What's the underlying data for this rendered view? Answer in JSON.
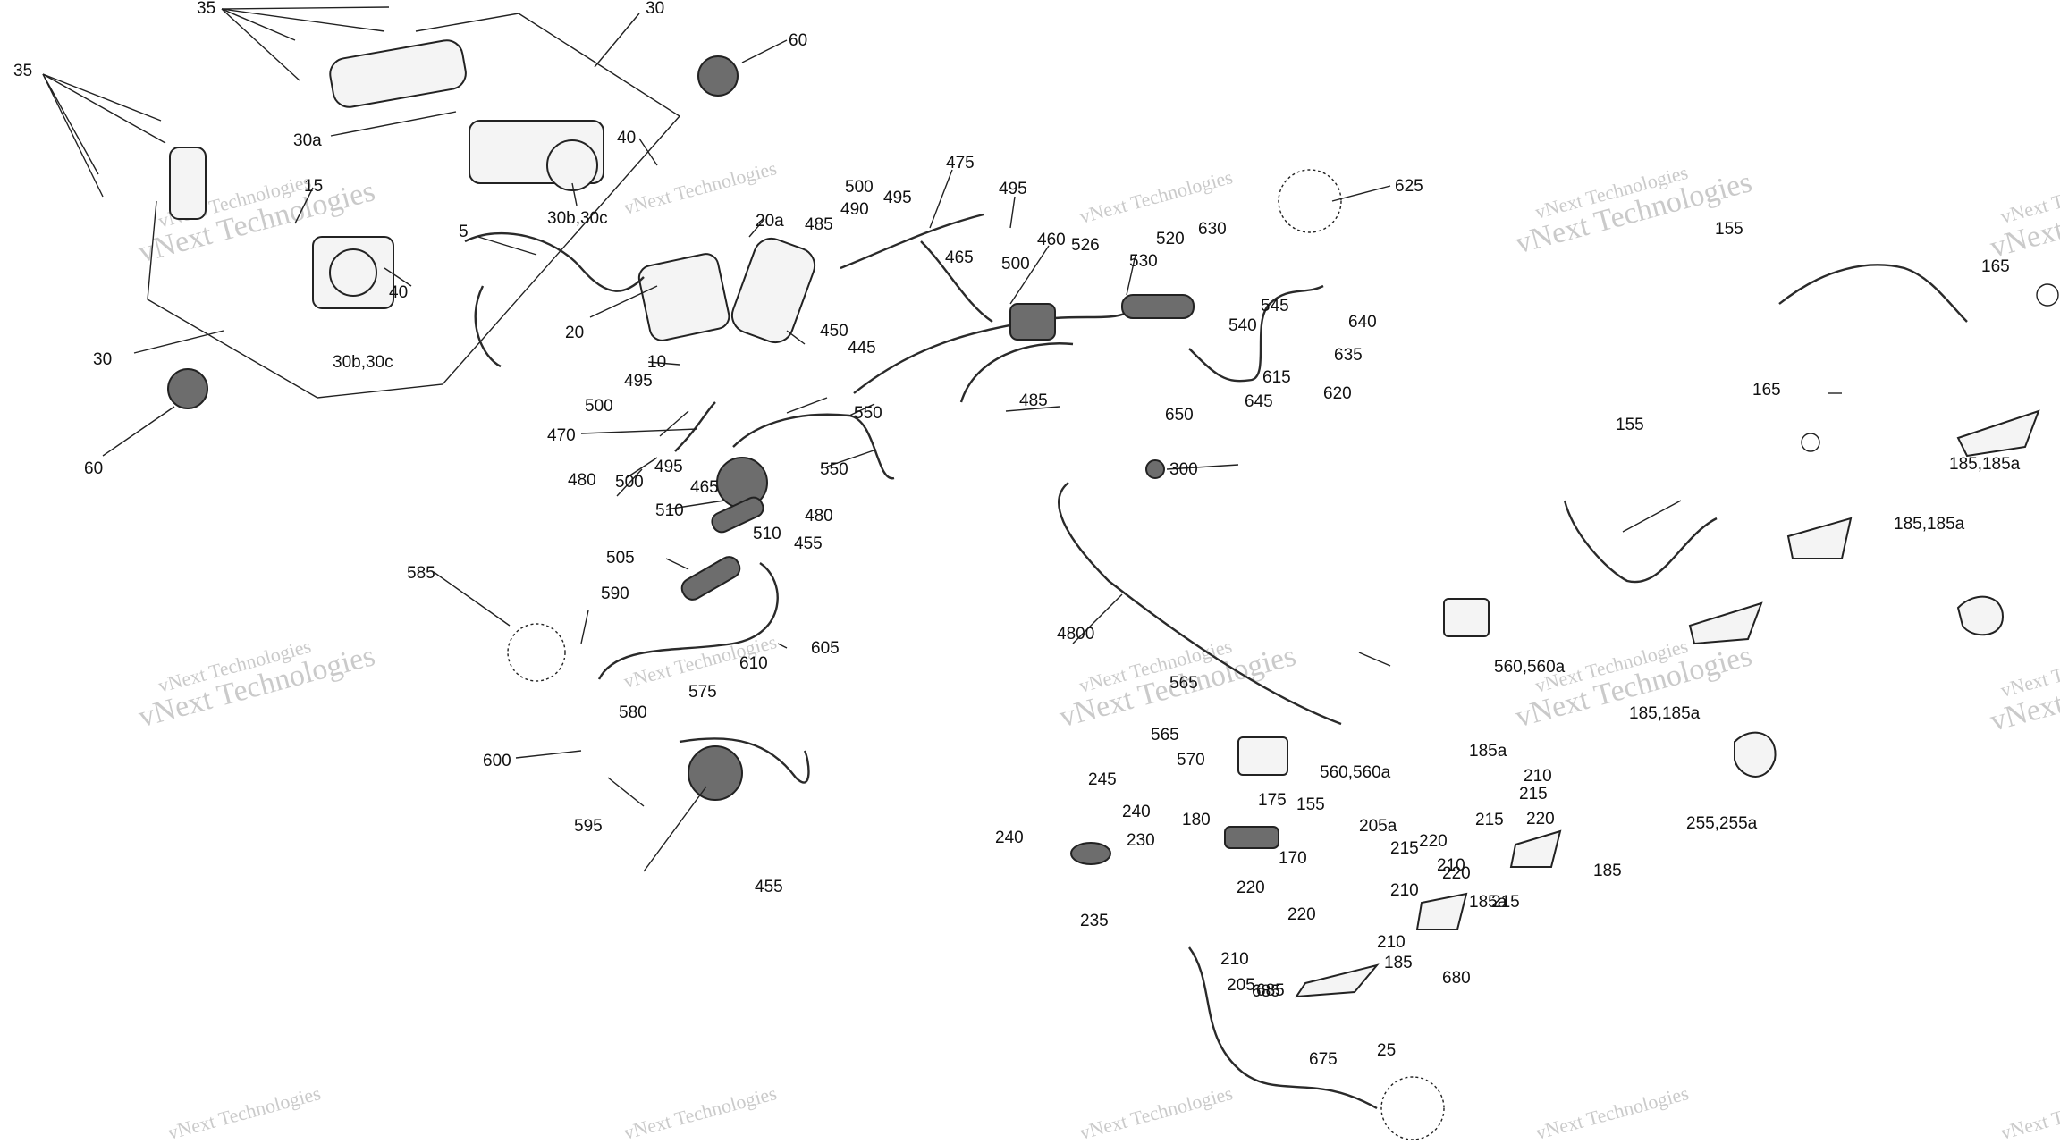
{
  "watermark": "vNext Technologies",
  "callouts": [
    "35",
    "30",
    "60",
    "35",
    "30a",
    "15",
    "40",
    "30b,30c",
    "40",
    "30b,30c",
    "5",
    "20a",
    "20",
    "30",
    "60",
    "500",
    "495",
    "490",
    "485",
    "475",
    "495",
    "500",
    "465",
    "460",
    "526",
    "530",
    "520",
    "625",
    "630",
    "10",
    "450",
    "445",
    "495",
    "500",
    "470",
    "480",
    "500",
    "495",
    "550",
    "550",
    "465",
    "480",
    "510",
    "510",
    "455",
    "540",
    "545",
    "640",
    "615",
    "635",
    "620",
    "650",
    "645",
    "485",
    "300",
    "155",
    "165",
    "165",
    "155",
    "185,185a",
    "185,185a",
    "185,185a",
    "255,255a",
    "560,560a",
    "585",
    "590",
    "505",
    "610",
    "605",
    "575",
    "580",
    "600",
    "595",
    "455",
    "4800",
    "565",
    "565",
    "570",
    "560,560a",
    "245",
    "240",
    "240",
    "230",
    "235",
    "180",
    "175",
    "155",
    "170",
    "205a",
    "215",
    "220",
    "210",
    "185a",
    "185",
    "215",
    "220",
    "210",
    "215",
    "220",
    "210",
    "185a",
    "215",
    "220",
    "220",
    "210",
    "210",
    "205",
    "185",
    "680",
    "685",
    "685",
    "675",
    "25"
  ]
}
